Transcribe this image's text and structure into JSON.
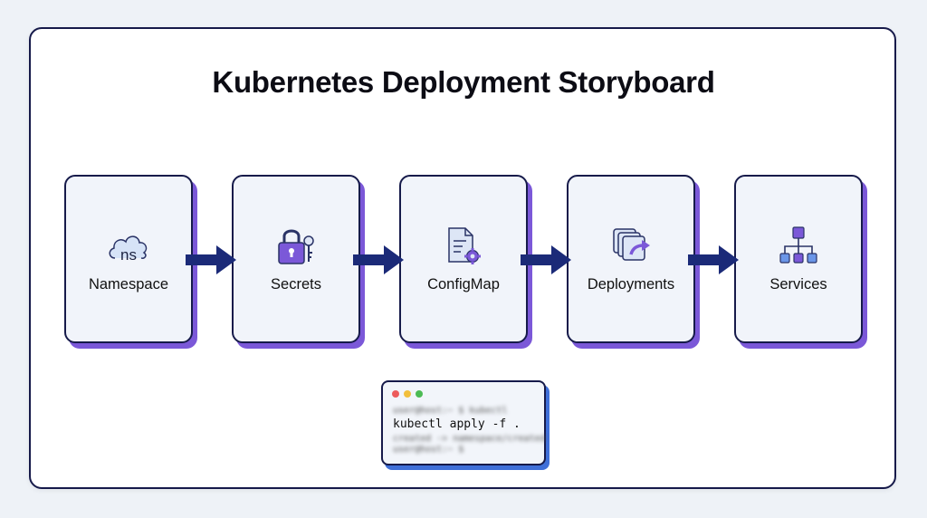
{
  "title": "Kubernetes Deployment Storyboard",
  "steps": [
    {
      "label": "Namespace",
      "icon": "cloud-ns-icon",
      "icon_text": "ns"
    },
    {
      "label": "Secrets",
      "icon": "lock-key-icon"
    },
    {
      "label": "ConfigMap",
      "icon": "document-gear-icon"
    },
    {
      "label": "Deployments",
      "icon": "stacked-pages-arrow-icon"
    },
    {
      "label": "Services",
      "icon": "service-hierarchy-icon"
    }
  ],
  "terminal": {
    "line1": "user@host:~ $ kubectl",
    "command": "kubectl apply -f .",
    "line3": "created -> namespace/created",
    "line4": "user@host:~ $",
    "dot_colors": [
      "#ec5b5b",
      "#f2bf3c",
      "#4cbb54"
    ]
  },
  "colors": {
    "border": "#161a4a",
    "card_shadow": "#7b58d8",
    "arrow": "#1b2a78",
    "terminal_shadow": "#3f6fd8"
  }
}
